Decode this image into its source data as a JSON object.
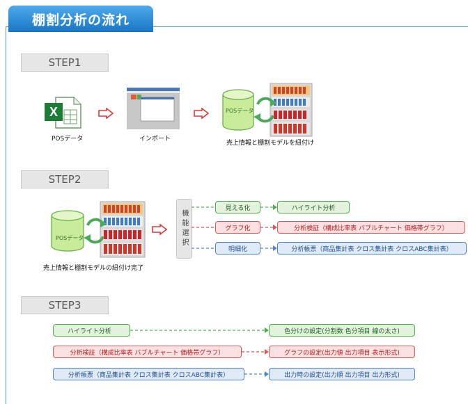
{
  "title": "棚割分析の流れ",
  "step1": {
    "label": "STEP1",
    "pos_caption": "POSデータ",
    "import_caption": "インポート",
    "link_caption": "売上情報と棚割モデルを紐付け"
  },
  "step2": {
    "label": "STEP2",
    "pos_label": "POSデータ",
    "complete_caption": "売上情報と棚割モデルの紐付け完了",
    "function_select": "機能選択",
    "rows": [
      {
        "left": "見える化",
        "right": "ハイライト分析"
      },
      {
        "left": "グラフ化",
        "right": "分析検証（構成比率表 バブルチャート 価格帯グラフ）"
      },
      {
        "left": "明細化",
        "right": "分析帳票（商品集計表 クロス集計表 クロスABC集計表）"
      }
    ]
  },
  "step3": {
    "label": "STEP3",
    "rows": [
      {
        "left": "ハイライト分析",
        "right": "色分けの設定(分割数 色分項目 線の太さ)"
      },
      {
        "left": "分析検証（構成比率表 バブルチャート 価格帯グラフ）",
        "right": "グラフの設定(出力値 出力項目 表示形式)"
      },
      {
        "left": "分析帳票（商品集計表 クロス集計表 クロスABC集計表）",
        "right": "出力時の設定(出力順 出力項目 出力形式)"
      }
    ]
  },
  "colors": {
    "green": "#4fae4f",
    "red": "#e05555",
    "blue": "#4e86c6",
    "title": "#1f80cf"
  }
}
